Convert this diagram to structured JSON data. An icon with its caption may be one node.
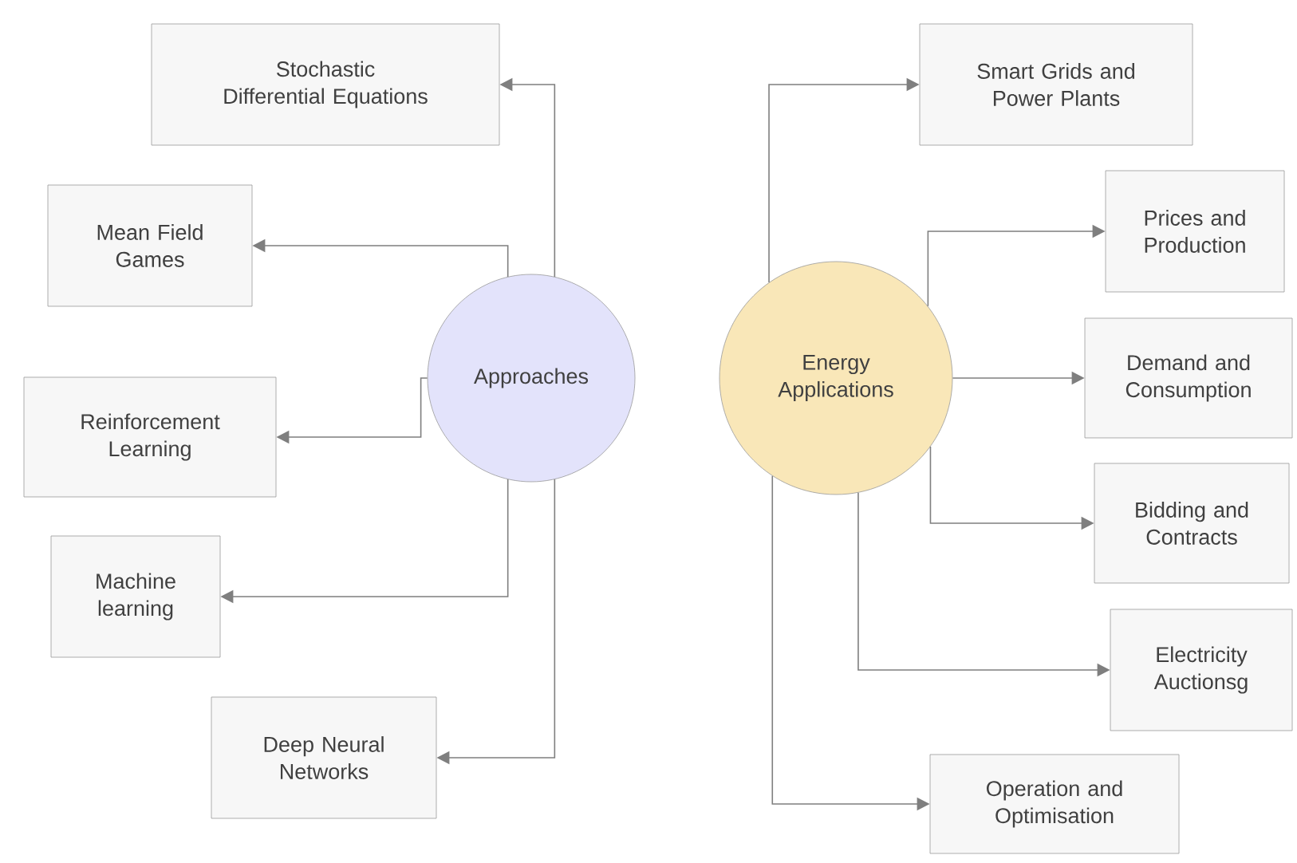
{
  "diagram": {
    "nodes": [
      {
        "text": [
          "Approaches"
        ]
      },
      {
        "text": [
          "Stochastic Differential Equations"
        ]
      },
      {
        "text": [
          "Mean Field Games"
        ]
      },
      {
        "text": [
          "Reinforcement Learning"
        ]
      },
      {
        "text": [
          "Machine learning"
        ]
      },
      {
        "text": [
          "Deep Neural Networks"
        ]
      },
      {
        "text": [
          "Energy Applications"
        ]
      },
      {
        "text": [
          "Smart Grids and Power Plants"
        ]
      },
      {
        "text": [
          "Prices and Production"
        ]
      },
      {
        "text": [
          "Demand and Consumption"
        ]
      },
      {
        "text": [
          "Bidding and Contracts"
        ]
      },
      {
        "text": [
          "Electricity Auctionsg"
        ]
      },
      {
        "text": [
          "Operation and Optimisation"
        ]
      }
    ],
    "edges": [
      {
        "from": 0,
        "to": 1,
        "arrow": "to"
      },
      {
        "from": 0,
        "to": 2,
        "arrow": "to"
      },
      {
        "from": 0,
        "to": 3,
        "arrow": "to"
      },
      {
        "from": 0,
        "to": 4,
        "arrow": "to"
      },
      {
        "from": 0,
        "to": 5,
        "arrow": "to"
      },
      {
        "from": 6,
        "to": 7,
        "arrow": "to"
      },
      {
        "from": 6,
        "to": 8,
        "arrow": "to"
      },
      {
        "from": 6,
        "to": 9,
        "arrow": "to"
      },
      {
        "from": 6,
        "to": 10,
        "arrow": "to"
      },
      {
        "from": 6,
        "to": 11,
        "arrow": "to"
      },
      {
        "from": 6,
        "to": 12,
        "arrow": "to"
      }
    ]
  }
}
